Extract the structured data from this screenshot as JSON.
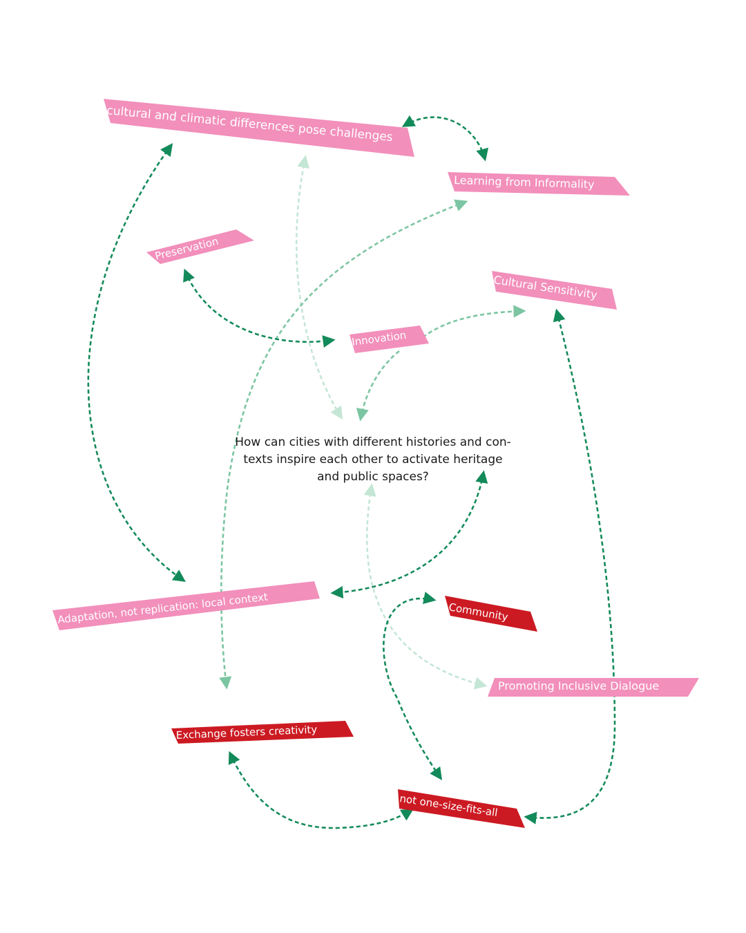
{
  "question": {
    "line1": "How can cities with different histories and con-",
    "line2": "texts inspire each other to activate heritage",
    "line3": "and public spaces?"
  },
  "labels": {
    "cultural": "cultural and climatic differences pose challenges",
    "learning": "Learning from Informality",
    "preservation": "Preservation",
    "cultural_sensitivity": "Cultural Sensitivity",
    "innovation": "Innovation",
    "adaptation": "Adaptation, not replication: local context",
    "community": "Community",
    "inclusive": "Promoting Inclusive Dialogue",
    "exchange": "Exchange fosters creativity",
    "one_size": "not one-size-fits-all"
  },
  "colors": {
    "pink": "#f28fbb",
    "red": "#cc1a22",
    "arrow_dark": "#138a5a",
    "arrow_mid": "#7cc5a2",
    "arrow_light": "#c4e6d5",
    "text_dark": "#1a1a1a"
  }
}
